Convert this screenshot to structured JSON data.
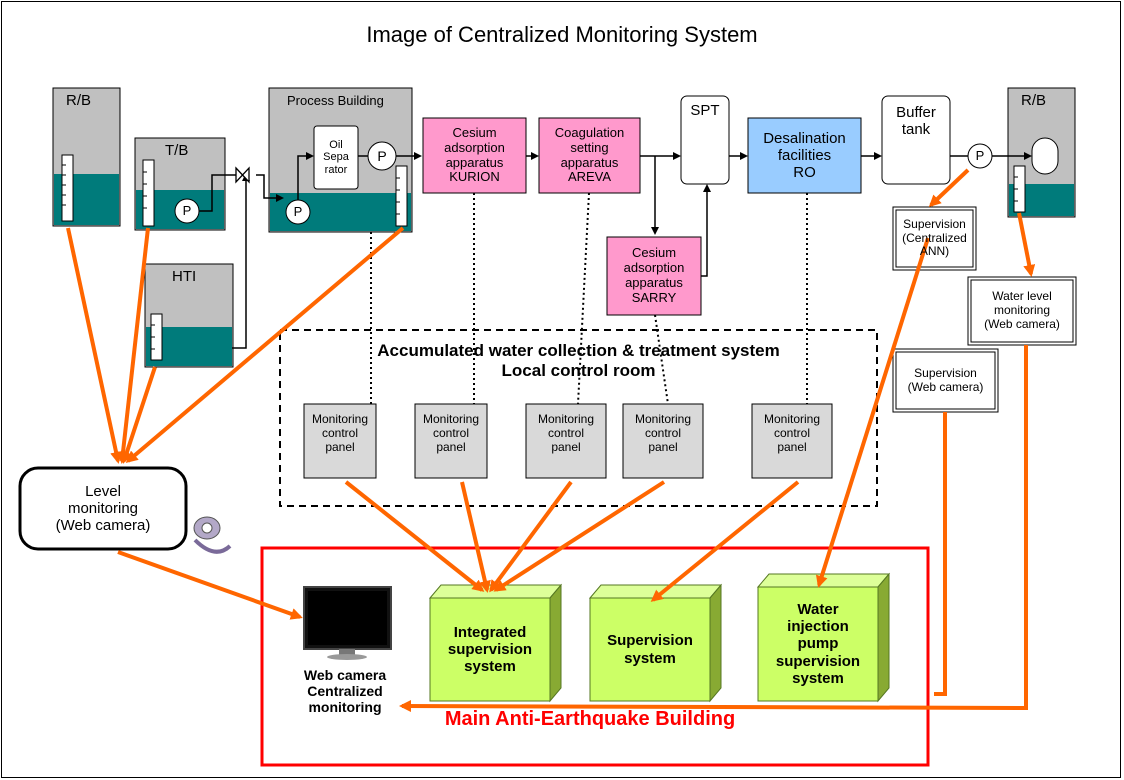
{
  "title": "Image of Centralized Monitoring System",
  "colors": {
    "gray_box": "#c0c0c0",
    "water": "#007b7b",
    "pink": "#ff99cc",
    "blue": "#99ccff",
    "green": "#ccff66",
    "arrow": "#ff6600",
    "red_border": "#ff0000"
  },
  "tanks": {
    "rb_left": "R/B",
    "tb": "T/B",
    "hti": "HTI",
    "process_building": "Process Building",
    "oil_separator": "Oil\nSepa\nrator",
    "pump": "P",
    "rb_right": "R/B"
  },
  "apparatus": {
    "kurion": "Cesium\nadsorption\napparatus\nKURION",
    "areva": "Coagulation\nsetting\napparatus\nAREVA",
    "sarry": "Cesium\nadsorption\napparatus\nSARRY",
    "spt": "SPT",
    "ro": "Desalination\nfacilities\nRO",
    "buffer": "Buffer\ntank"
  },
  "supervision_boxes": {
    "centralized": "Supervision\n(Centralized\nANN)",
    "water_level": "Water level\nmonitoring\n(Web camera)",
    "web_camera": "Supervision\n(Web camera)"
  },
  "local_room": {
    "title_line1": "Accumulated water collection & treatment system",
    "title_line2": "Local control room",
    "panel_label": "Monitoring\ncontrol\npanel"
  },
  "level_monitoring": "Level\nmonitoring\n(Web camera)",
  "main_building": {
    "label": "Main Anti-Earthquake Building",
    "monitor_caption": "Web camera\nCentralized\nmonitoring",
    "integrated": "Integrated\nsupervision\nsystem",
    "supervision": "Supervision\nsystem",
    "water_injection": "Water\ninjection\npump\nsupervision\nsystem"
  },
  "icons": {
    "webcam": "webcam-icon",
    "monitor": "monitor-icon",
    "valve": "valve-icon"
  }
}
